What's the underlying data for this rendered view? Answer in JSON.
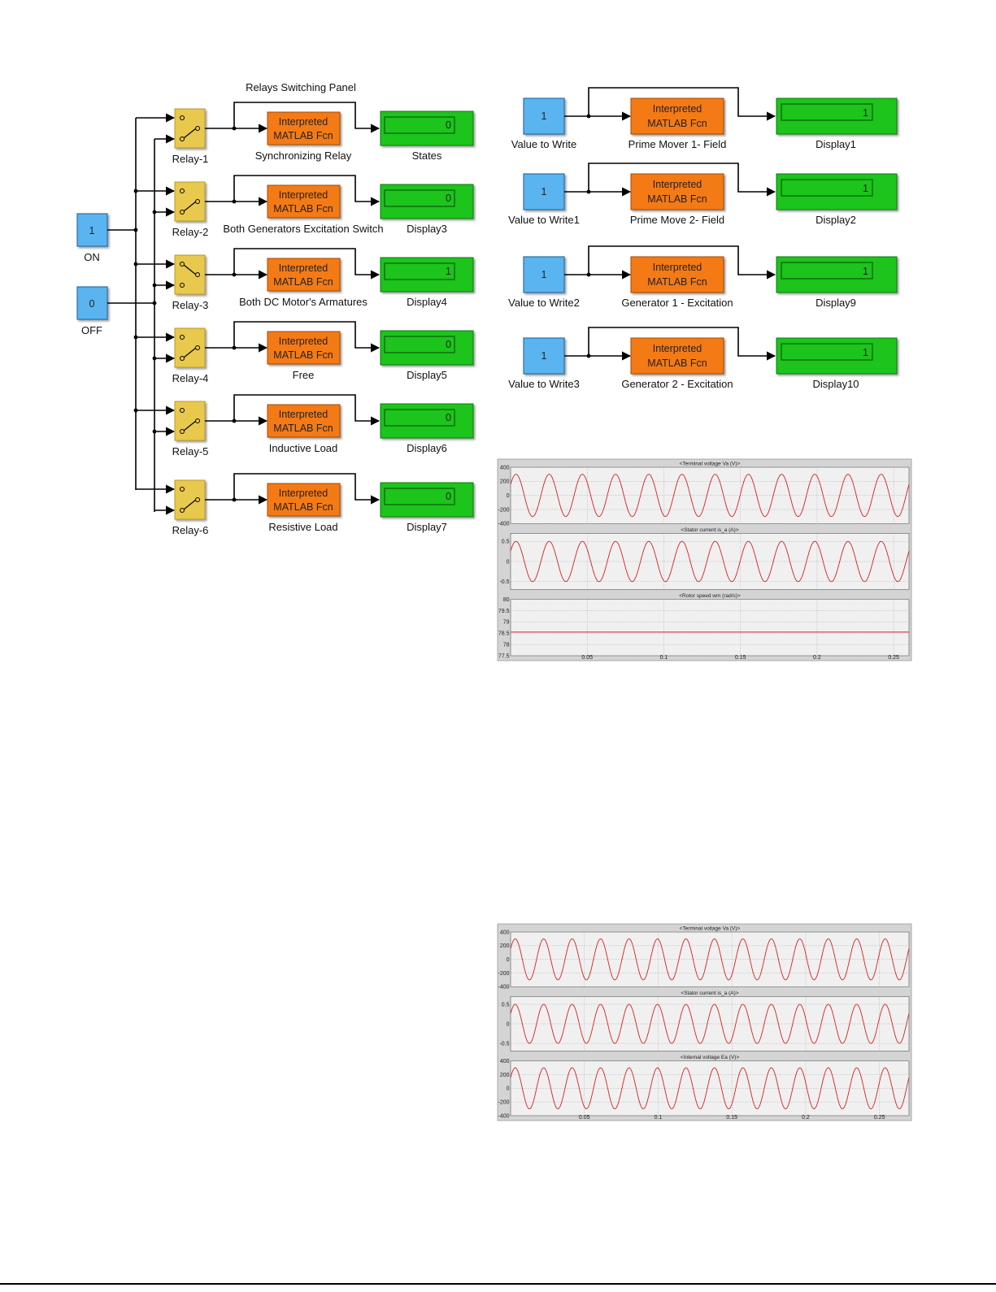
{
  "relay_panel": {
    "title": "Relays Switching Panel",
    "sources": [
      {
        "value": "1",
        "label": "ON"
      },
      {
        "value": "0",
        "label": "OFF"
      }
    ],
    "rows": [
      {
        "relay": "Relay-1",
        "fcn": [
          "Interpreted",
          "MATLAB Fcn"
        ],
        "fcn_label": "Synchronizing Relay",
        "display_value": "0",
        "display_label": "States"
      },
      {
        "relay": "Relay-2",
        "fcn": [
          "Interpreted",
          "MATLAB Fcn"
        ],
        "fcn_label": "Both Generators Excitation Switch",
        "display_value": "0",
        "display_label": "Display3"
      },
      {
        "relay": "Relay-3",
        "fcn": [
          "Interpreted",
          "MATLAB Fcn"
        ],
        "fcn_label": "Both DC Motor's Armatures",
        "display_value": "1",
        "display_label": "Display4"
      },
      {
        "relay": "Relay-4",
        "fcn": [
          "Interpreted",
          "MATLAB Fcn"
        ],
        "fcn_label": "Free",
        "display_value": "0",
        "display_label": "Display5"
      },
      {
        "relay": "Relay-5",
        "fcn": [
          "Interpreted",
          "MATLAB Fcn"
        ],
        "fcn_label": "Inductive Load",
        "display_value": "0",
        "display_label": "Display6"
      },
      {
        "relay": "Relay-6",
        "fcn": [
          "Interpreted",
          "MATLAB Fcn"
        ],
        "fcn_label": "Resistive Load",
        "display_value": "0",
        "display_label": "Display7"
      }
    ]
  },
  "write_panel": {
    "rows": [
      {
        "value": "1",
        "value_label": "Value to Write",
        "fcn": [
          "Interpreted",
          "MATLAB Fcn"
        ],
        "fcn_label": "Prime Mover 1- Field",
        "display_value": "1",
        "display_label": "Display1"
      },
      {
        "value": "1",
        "value_label": "Value to Write1",
        "fcn": [
          "Interpreted",
          "MATLAB Fcn"
        ],
        "fcn_label": "Prime Move 2- Field",
        "display_value": "1",
        "display_label": "Display2"
      },
      {
        "value": "1",
        "value_label": "Value to Write2",
        "fcn": [
          "Interpreted",
          "MATLAB Fcn"
        ],
        "fcn_label": "Generator 1 - Excitation",
        "display_value": "1",
        "display_label": "Display9"
      },
      {
        "value": "1",
        "value_label": "Value to Write3",
        "fcn": [
          "Interpreted",
          "MATLAB Fcn"
        ],
        "fcn_label": "Generator 2 - Excitation",
        "display_value": "1",
        "display_label": "Display10"
      }
    ]
  },
  "colors": {
    "source_block": "#5ab4f0",
    "relay_block": "#e8c84e",
    "fcn_block": "#f47a12",
    "display_block": "#1fc41f",
    "trace": "#d62020"
  },
  "chart_data": [
    {
      "type": "line",
      "panels": [
        {
          "title": "<Terminal voltage Va (V)>",
          "yticks": [
            "400",
            "200",
            "0",
            "-200",
            "-400"
          ],
          "ylim": [
            -400,
            400
          ],
          "waveform": "sine",
          "amplitude": 300,
          "cycles_shown": 12
        },
        {
          "title": "<Stator current is_a (A)>",
          "yticks": [
            "0.5",
            "0",
            "-0.5"
          ],
          "ylim": [
            -0.7,
            0.7
          ],
          "waveform": "sine",
          "amplitude": 0.5,
          "cycles_shown": 12
        },
        {
          "title": "<Rotor speed wm (rad/s)>",
          "yticks": [
            "80",
            "79.5",
            "79",
            "78.5",
            "78",
            "77.5"
          ],
          "ylim": [
            77.5,
            80
          ],
          "waveform": "constant",
          "value": 78.55
        }
      ],
      "xticks": [
        "0.05",
        "0.1",
        "0.15",
        "0.2",
        "0.25"
      ],
      "xlim": [
        0,
        0.26
      ]
    },
    {
      "type": "line",
      "panels": [
        {
          "title": "<Terminal voltage Va (V)>",
          "yticks": [
            "400",
            "200",
            "0",
            "-200",
            "-400"
          ],
          "ylim": [
            -400,
            400
          ],
          "waveform": "sine",
          "amplitude": 300,
          "cycles_shown": 14
        },
        {
          "title": "<Stator current is_a (A)>",
          "yticks": [
            "0.5",
            "0",
            "-0.5"
          ],
          "ylim": [
            -0.7,
            0.7
          ],
          "waveform": "sine",
          "amplitude": 0.5,
          "cycles_shown": 14
        },
        {
          "title": "<Internal voltage Ea (V)>",
          "yticks": [
            "400",
            "200",
            "0",
            "-200",
            "-400"
          ],
          "ylim": [
            -400,
            400
          ],
          "waveform": "sine",
          "amplitude": 300,
          "cycles_shown": 14
        }
      ],
      "xticks": [
        "0.05",
        "0.1",
        "0.15",
        "0.2",
        "0.25"
      ],
      "xlim": [
        0,
        0.27
      ]
    }
  ]
}
